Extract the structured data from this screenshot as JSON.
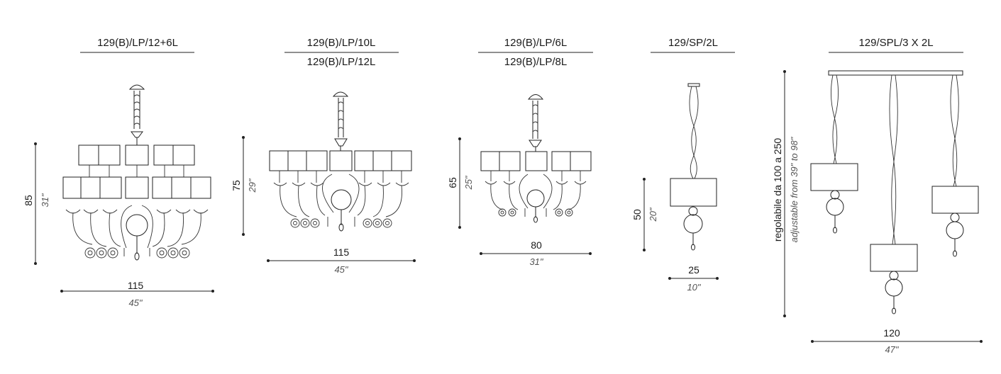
{
  "products": [
    {
      "title": "129(B)/LP/12+6L",
      "height_cm": "85",
      "height_in": "31\"",
      "width_cm": "115",
      "width_in": "45\""
    },
    {
      "title": "129(B)/LP/10L",
      "title2": "129(B)/LP/12L",
      "height_cm": "75",
      "height_in": "29\"",
      "width_cm": "115",
      "width_in": "45\""
    },
    {
      "title": "129(B)/LP/6L",
      "title2": "129(B)/LP/8L",
      "height_cm": "65",
      "height_in": "25\"",
      "width_cm": "80",
      "width_in": "31\""
    },
    {
      "title": "129/SP/2L",
      "height_cm": "50",
      "height_in": "20\"",
      "width_cm": "25",
      "width_in": "10\""
    },
    {
      "title": "129/SPL/3 X 2L",
      "height_it": "regolabile da 100 a 250",
      "height_en": "adjustable from 39\" to 98\"",
      "width_cm": "120",
      "width_in": "47\""
    }
  ]
}
